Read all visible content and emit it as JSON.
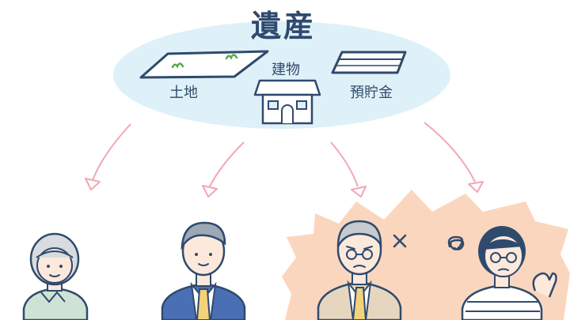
{
  "title": "遺産",
  "assets": {
    "land": "土地",
    "building": "建物",
    "savings": "預貯金"
  },
  "heirs": [
    {
      "name": "heir-elderly-woman",
      "mood": "calm"
    },
    {
      "name": "heir-man-suit",
      "mood": "calm"
    },
    {
      "name": "heir-older-man",
      "mood": "angry"
    },
    {
      "name": "heir-woman-glasses",
      "mood": "troubled"
    }
  ],
  "colors": {
    "ink": "#2f4a6d",
    "bubble": "#dff1f8",
    "arrow": "#f2a7b3",
    "conflict": "#fbd6bf",
    "grass": "#5aa84a"
  },
  "icons": [
    "land-icon",
    "house-icon",
    "bankbook-icon",
    "anger-mark-icon",
    "tangle-icon"
  ]
}
